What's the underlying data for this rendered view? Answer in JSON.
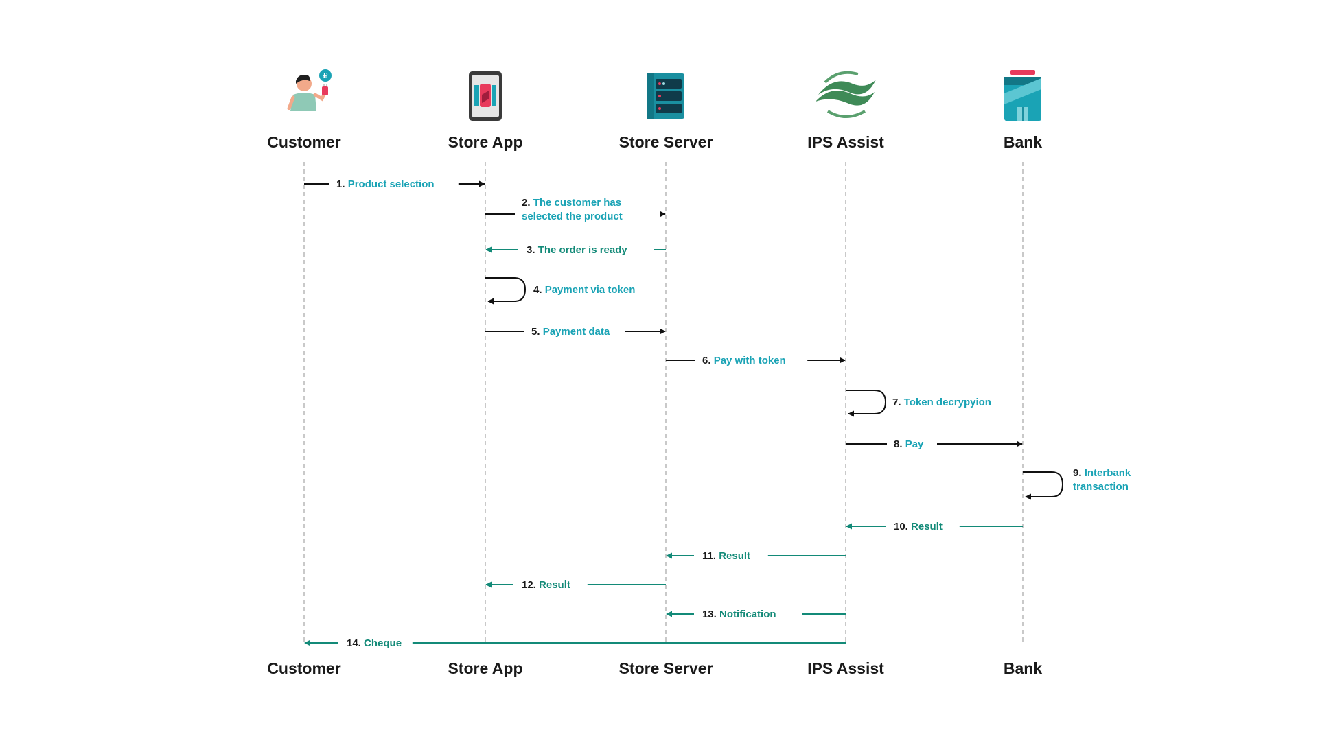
{
  "actors": [
    {
      "id": "customer",
      "label": "Customer",
      "icon": "customer-icon"
    },
    {
      "id": "store-app",
      "label": "Store App",
      "icon": "phone-icon"
    },
    {
      "id": "store-server",
      "label": "Store Server",
      "icon": "server-icon"
    },
    {
      "id": "ips-assist",
      "label": "IPS Assist",
      "icon": "ips-logo-icon"
    },
    {
      "id": "bank",
      "label": "Bank",
      "icon": "bank-icon"
    }
  ],
  "messages": [
    {
      "num": "1.",
      "lines": [
        "Product selection"
      ],
      "from": "customer",
      "to": "store-app",
      "color": "blue"
    },
    {
      "num": "2.",
      "lines": [
        "The customer has",
        "selected the product"
      ],
      "from": "store-app",
      "to": "store-server",
      "color": "blue"
    },
    {
      "num": "3.",
      "lines": [
        "The order is ready"
      ],
      "from": "store-server",
      "to": "store-app",
      "color": "green"
    },
    {
      "num": "4.",
      "lines": [
        "Payment via token"
      ],
      "from": "store-app",
      "to": "store-app",
      "color": "blue"
    },
    {
      "num": "5.",
      "lines": [
        "Payment data"
      ],
      "from": "store-app",
      "to": "store-server",
      "color": "blue"
    },
    {
      "num": "6.",
      "lines": [
        "Pay with token"
      ],
      "from": "store-server",
      "to": "ips-assist",
      "color": "blue"
    },
    {
      "num": "7.",
      "lines": [
        "Token decrypyion"
      ],
      "from": "ips-assist",
      "to": "ips-assist",
      "color": "blue"
    },
    {
      "num": "8.",
      "lines": [
        "Pay"
      ],
      "from": "ips-assist",
      "to": "bank",
      "color": "blue"
    },
    {
      "num": "9.",
      "lines": [
        "Interbank",
        "transaction"
      ],
      "from": "bank",
      "to": "bank",
      "color": "blue"
    },
    {
      "num": "10.",
      "lines": [
        "Result"
      ],
      "from": "bank",
      "to": "ips-assist",
      "color": "green"
    },
    {
      "num": "11.",
      "lines": [
        "Result"
      ],
      "from": "ips-assist",
      "to": "store-server",
      "color": "green"
    },
    {
      "num": "12.",
      "lines": [
        "Result"
      ],
      "from": "store-server",
      "to": "store-app",
      "color": "green"
    },
    {
      "num": "13.",
      "lines": [
        "Notification"
      ],
      "from": "ips-assist",
      "to": "store-server",
      "color": "green"
    },
    {
      "num": "14.",
      "lines": [
        "Cheque"
      ],
      "from": "ips-assist",
      "to": "customer",
      "color": "green"
    }
  ],
  "colors": {
    "forward_arrow": "#111111",
    "return_arrow": "#138a78",
    "label_blue": "#1aa3b5",
    "label_green": "#138a78"
  }
}
